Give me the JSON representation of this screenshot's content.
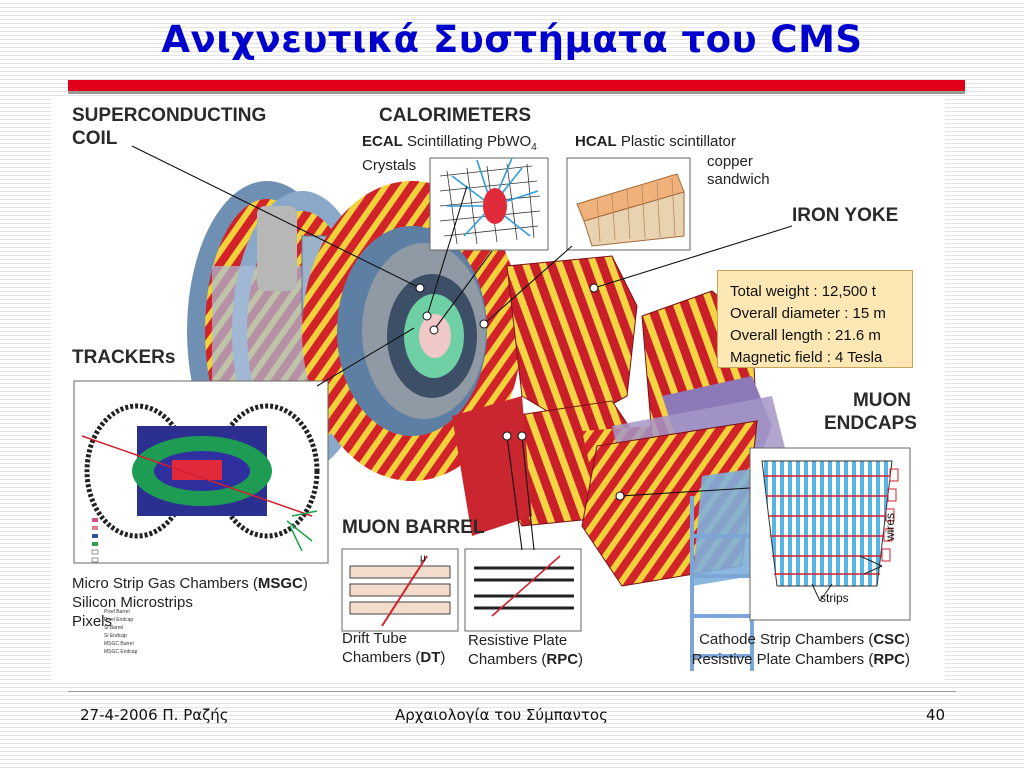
{
  "slide": {
    "title": "Ανιχνευτικά Συστήματα του CMS",
    "footer_left": "27-4-2006 Π. Ραζής",
    "footer_center": "Αρχαιολογία του Σύμπαντος",
    "footer_right": "40"
  },
  "diagram": {
    "coil_label_1": "SUPERCONDUCTING",
    "coil_label_2": "COIL",
    "calorimeters": "CALORIMETERS",
    "ecal_bold": "ECAL",
    "ecal_text": "Scintillating PbWO",
    "ecal_sub": "4",
    "ecal_line2": "Crystals",
    "hcal_bold": "HCAL",
    "hcal_text": "Plastic scintillator",
    "hcal_line2": "copper",
    "hcal_line3": "sandwich",
    "iron_yoke": "IRON YOKE",
    "stats": [
      "Total weight : 12,500 t",
      "Overall diameter : 15 m",
      "Overall length : 21.6 m",
      "Magnetic field : 4 Tesla"
    ],
    "trackers": "TRACKERs",
    "tracker_desc_1_pre": "Micro Strip Gas Chambers (",
    "tracker_desc_1_bold": "MSGC",
    "tracker_desc_1_post": ")",
    "tracker_desc_2": "Silicon Microstrips",
    "tracker_desc_3": "Pixels",
    "muon_barrel": "MUON BARREL",
    "dt_line1": "Drift Tube",
    "dt_line2_pre": "Chambers (",
    "dt_line2_bold": "DT",
    "dt_line2_post": ")",
    "rpc_line1": "Resistive Plate",
    "rpc_line2_pre": "Chambers (",
    "rpc_line2_bold": "RPC",
    "rpc_line2_post": ")",
    "muon_endcaps_1": "MUON",
    "muon_endcaps_2": "ENDCAPS",
    "csc_line1_pre": "Cathode Strip Chambers (",
    "csc_line1_bold": "CSC",
    "csc_line1_post": ")",
    "csc_line2_pre": "Resistive Plate Chambers (",
    "csc_line2_bold": "RPC",
    "csc_line2_post": ")",
    "wires": "wires",
    "strips": "strips",
    "mu": "μ",
    "tracker_legend": [
      "Pixel Barrel",
      "Pixel Endcap",
      "Si Barrel",
      "Si Endcap",
      "MSGC Barrel",
      "MSGC Endcap"
    ]
  }
}
